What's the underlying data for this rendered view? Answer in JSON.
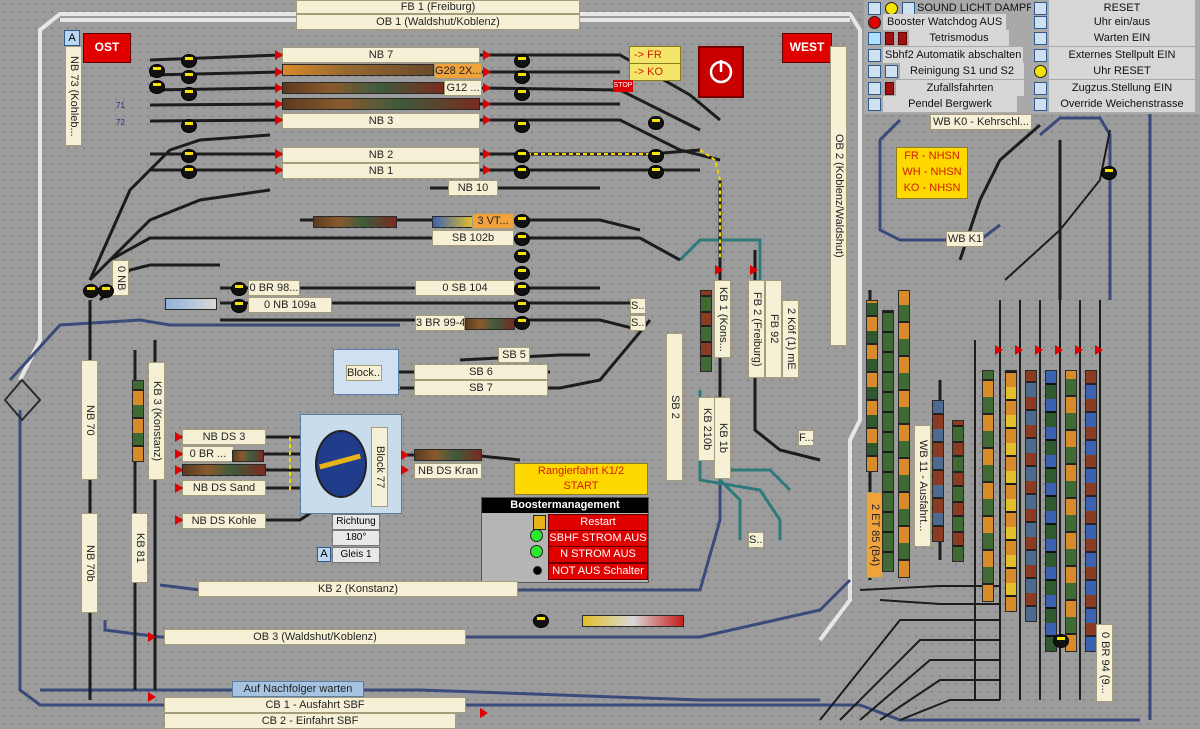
{
  "top_labels": {
    "fb1": "FB 1 (Freiburg)",
    "ob1": "OB 1 (Waldshut/Koblenz)"
  },
  "corner_buttons": {
    "ost": "OST",
    "west": "WEST"
  },
  "marker_a": "A",
  "track_labels": {
    "nb7": "NB 7",
    "nb3": "NB 3",
    "nb2": "NB 2",
    "nb1": "NB 1",
    "nb10": "NB 10",
    "g28": "G28 2X...",
    "g12": "G12 ...",
    "vt3": "3 VT...",
    "sb102b": "SB 102b",
    "br98": "0 BR 98...",
    "nb109a": "0 NB 109a",
    "sb104": "0 SB 104",
    "br99": "3 BR 99-4 (...",
    "sb5": "SB 5",
    "sb6": "SB 6",
    "sb7": "SB 7",
    "block_small": "Block...",
    "nbds3": "NB DS 3",
    "br_ds": "0 BR ...",
    "nbds_sand": "NB DS Sand",
    "nbds_kohle": "NB DS Kohle",
    "nbds_kran": "NB DS Kran",
    "block77": "Block 77",
    "kb2": "KB 2 (Konstanz)",
    "kb81": "KB 81",
    "ob3": "OB 3 (Waldshut/Koblenz)",
    "cb1": "CB 1 - Ausfahrt SBF",
    "cb2": "CB 2 - Einfahrt SBF",
    "auf_nachfolger": "Auf Nachfolger warten",
    "nb73": "NB 73 (Kohleb...",
    "nb_small": "0 NB",
    "nb70": "NB 70",
    "nb70b": "NB 70b",
    "kb3": "KB 3 (Konstanz)",
    "sb2": "SB 2",
    "kb1": "KB 1 (Kons...",
    "kb210b": "KB 210b",
    "kb1b": "KB 1b",
    "fb2": "FB 2 (Freiburg)",
    "fb92": "FB 92",
    "koef": "2 Köf (1) mE",
    "ob2": "OB 2 (Koblenz/Waldshut)",
    "wb_k0": "WB K0 - Kehrschl...",
    "wb_k1": "WB K1",
    "wb11": "WB 11 - Ausfahrt...",
    "et85": "2 ET 85 (B4)",
    "br94": "0 BR 94 (9...",
    "s1": "S...",
    "s2": "S...",
    "s3": "S...",
    "f1": "F...",
    "num71": "71",
    "num72": "72"
  },
  "route_labels": {
    "fr": "-> FR",
    "ko": "-> KO"
  },
  "route_box": [
    "FR - NHSN",
    "WH - NHSN",
    "KO - NHSN"
  ],
  "rangier": {
    "title": "Rangierfahrt K1/2",
    "start": "START"
  },
  "booster": {
    "title": "Boostermanagement",
    "rows": [
      "Restart",
      "SBHF STROM AUS",
      "N STROM AUS",
      "NOT AUS Schalter"
    ]
  },
  "turntable": {
    "richtung": "Richtung",
    "angle": "180°",
    "gleis": "Gleis 1"
  },
  "control_panel": {
    "left": [
      {
        "label": "SOUND LICHT DAMPF",
        "icon": "sound-light-icon"
      },
      {
        "label": "Booster Watchdog AUS",
        "icon": "red-dot-icon"
      },
      {
        "label": "Tetrismodus",
        "icon": "checkbox-icon"
      },
      {
        "label": "Sbhf2 Automatik abschalten",
        "icon": "checkbox-icon"
      },
      {
        "label": "Reinigung S1 und S2",
        "icon": "checkbox-icon"
      },
      {
        "label": "Zufallsfahrten",
        "icon": "flag-icon"
      },
      {
        "label": "Pendel Bergwerk",
        "icon": "checkbox-icon"
      }
    ],
    "right": [
      {
        "label": "RESET",
        "icon": "checkbox-icon"
      },
      {
        "label": "Uhr ein/aus",
        "icon": "checkbox-icon"
      },
      {
        "label": "Warten EIN",
        "icon": "checkbox-icon"
      },
      {
        "label": "Externes Stellpult EIN",
        "icon": "checkbox-icon"
      },
      {
        "label": "Uhr RESET",
        "icon": "yellow-dot-icon"
      },
      {
        "label": "Zugzus.Stellung EIN",
        "icon": "checkbox-icon"
      },
      {
        "label": "Override Weichenstrasse",
        "icon": "checkbox-icon"
      }
    ]
  },
  "colors": {
    "track": "#1c1c1c",
    "track_blue": "#1b2f7a",
    "track_teal": "#2e7a7a",
    "label_bg": "#f6f1d6",
    "alert_red": "#e00000",
    "highlight_yellow": "#f4e66a"
  }
}
